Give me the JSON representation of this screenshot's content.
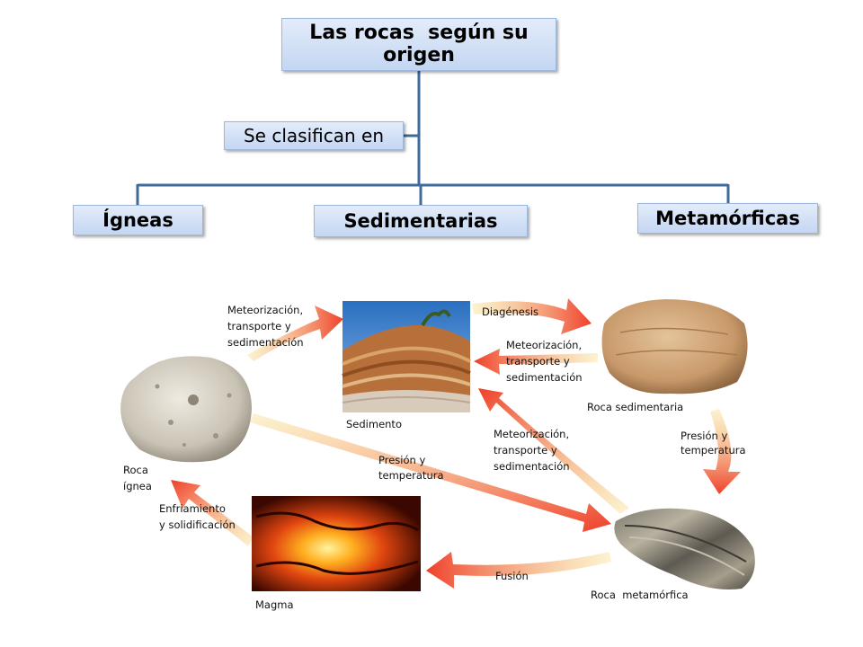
{
  "diagram": {
    "title": "Las rocas  según su origen",
    "connector_label": "Se clasifican en",
    "categories": [
      "Ígneas",
      "Sedimentarias",
      "Metamórficas"
    ],
    "connector_color": "#3f6a9c",
    "box_fill": "#c9daf4"
  },
  "cycle": {
    "nodes": {
      "sediment": "Sedimento",
      "sedimentary": "Roca sedimentaria",
      "igneous_1": "Roca",
      "igneous_2": "ígnea",
      "metamorphic": "Roca  metamórfica",
      "magma": "Magma"
    },
    "processes": {
      "weathering_top": [
        "Meteorización,",
        "transporte y",
        "sedimentación"
      ],
      "diagenesis": "Diagénesis",
      "weathering_right": [
        "Meteorización,",
        "transporte y",
        "sedimentación"
      ],
      "pressure_right": [
        "Presión y",
        "temperatura"
      ],
      "weathering_center": [
        "Meteorización,",
        "transporte y",
        "sedimentación"
      ],
      "pressure_diag": [
        "Presión y",
        "temperatura"
      ],
      "cooling": [
        "Enfriamiento",
        "y solidificación"
      ],
      "fusion": "Fusión"
    },
    "arrow_colors": [
      "#f6dc7a",
      "#f04a30"
    ]
  }
}
